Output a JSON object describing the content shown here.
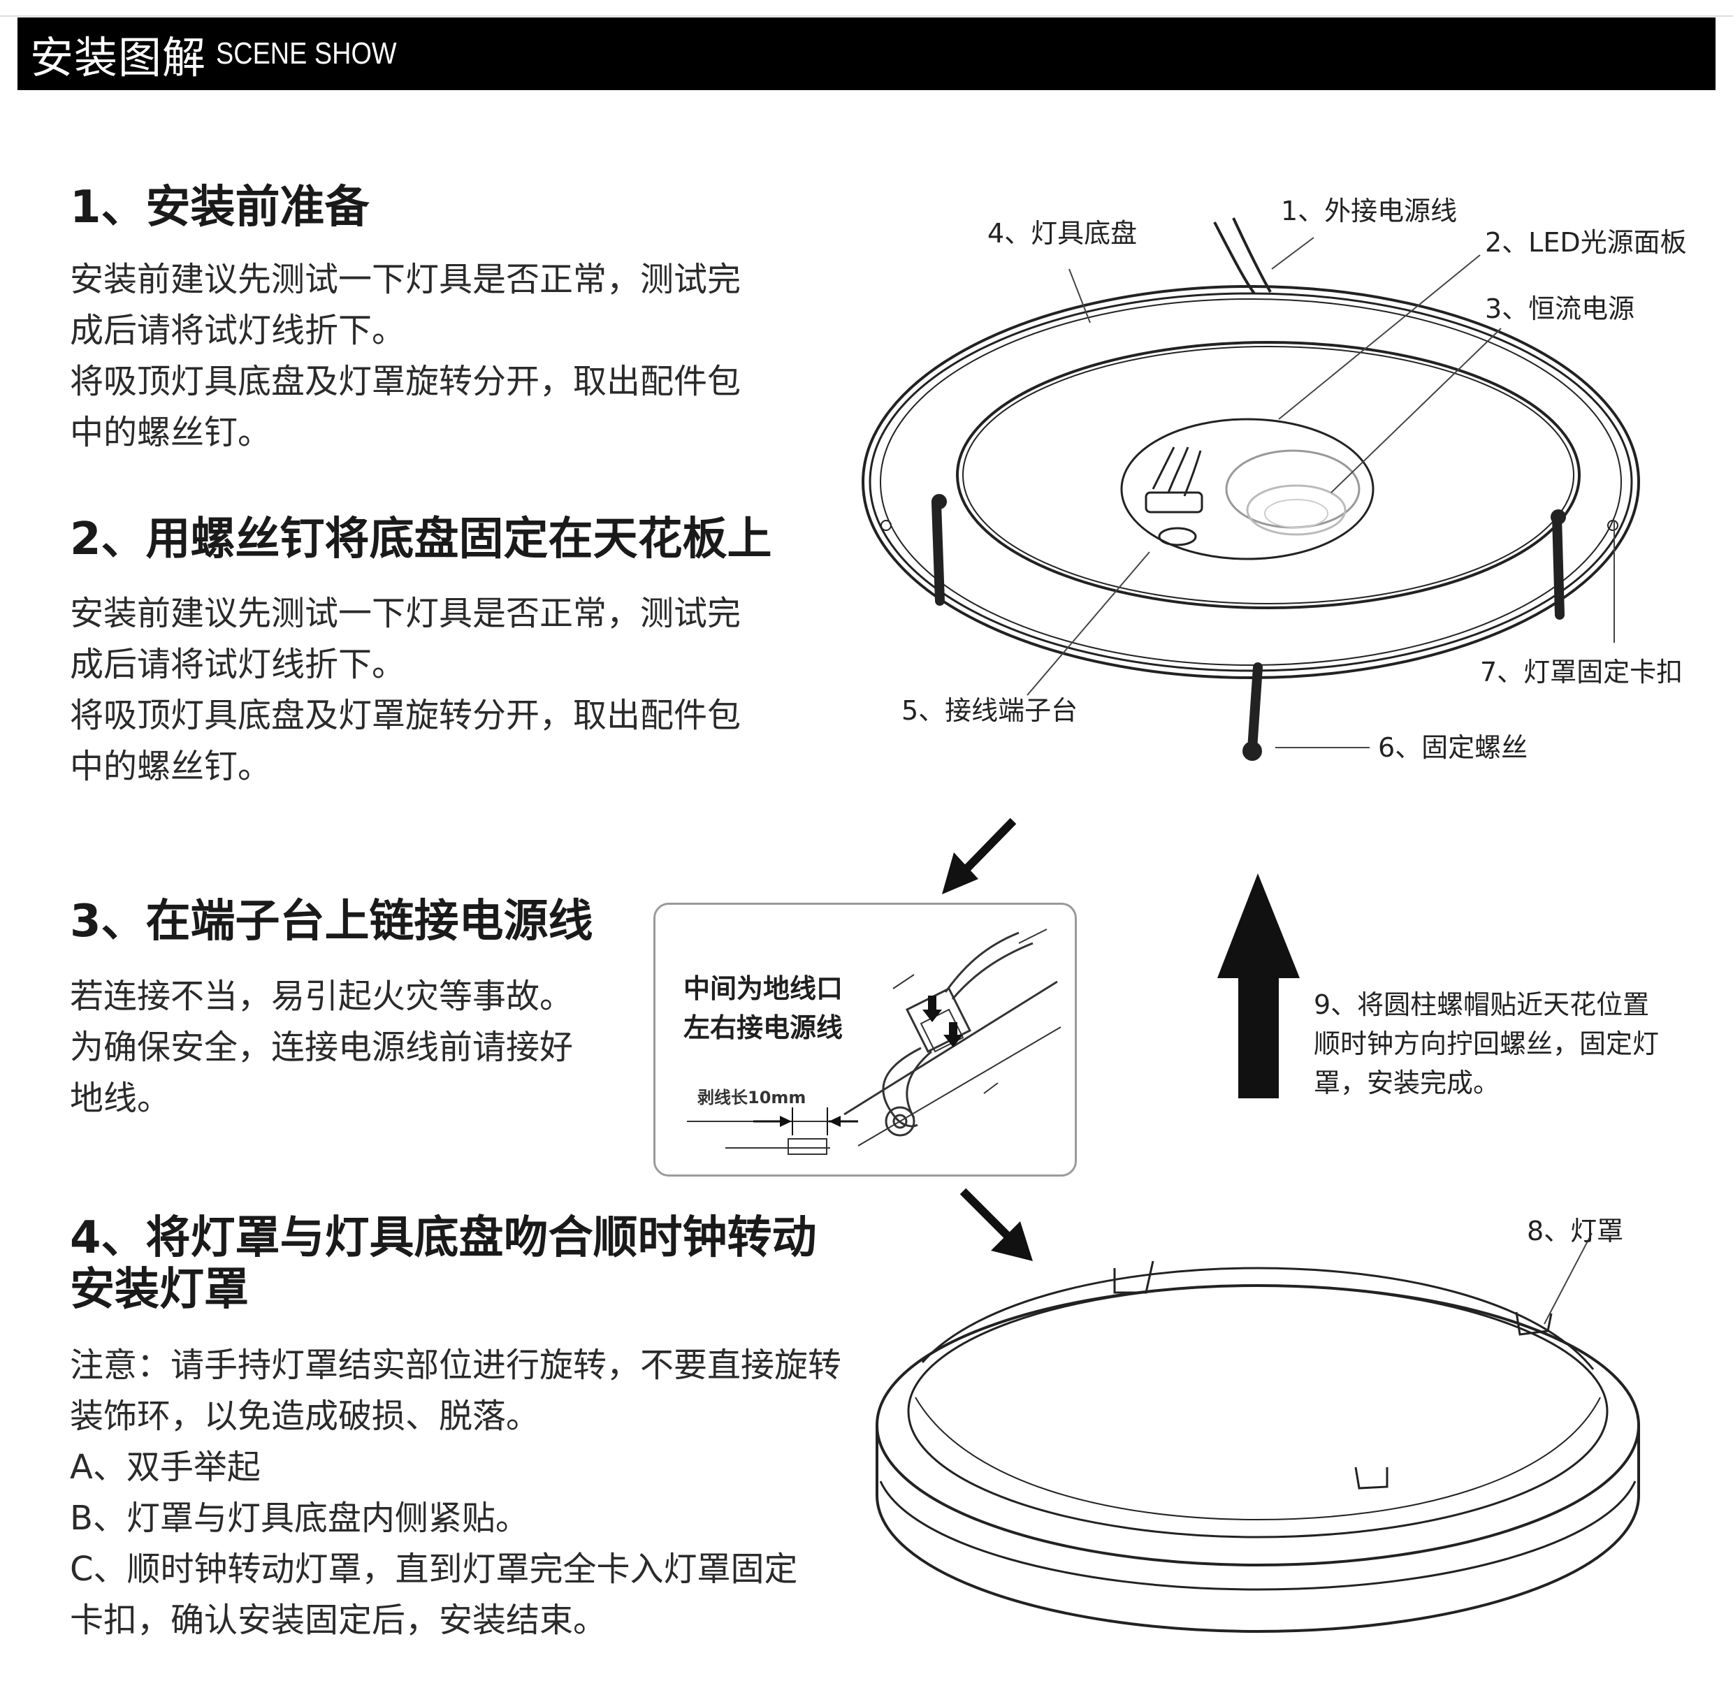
{
  "banner": {
    "title_cn": "安装图解",
    "title_en": "SCENE SHOW"
  },
  "steps": [
    {
      "title": "1、安装前准备",
      "lines": [
        "安装前建议先测试一下灯具是否正常，测试完",
        "成后请将试灯线折下。",
        "将吸顶灯具底盘及灯罩旋转分开，取出配件包",
        "中的螺丝钉。"
      ]
    },
    {
      "title": "2、用螺丝钉将底盘固定在天花板上",
      "lines": [
        "安装前建议先测试一下灯具是否正常，测试完",
        "成后请将试灯线折下。",
        "将吸顶灯具底盘及灯罩旋转分开，取出配件包",
        "中的螺丝钉。"
      ]
    },
    {
      "title": "3、在端子台上链接电源线",
      "lines": [
        "若连接不当，易引起火灾等事故。",
        "为确保安全，连接电源线前请接好",
        "地线。"
      ]
    },
    {
      "title_lines": [
        "4、将灯罩与灯具底盘吻合顺时钟转动",
        "安装灯罩"
      ],
      "lines": [
        "注意：请手持灯罩结实部位进行旋转，不要直接旋转",
        "装饰环，以免造成破损、脱落。",
        "A、双手举起",
        "B、灯罩与灯具底盘内侧紧贴。",
        "C、顺时钟转动灯罩，直到灯罩完全卡入灯罩固定",
        "卡扣，确认安装固定后，安装结束。"
      ]
    }
  ],
  "parts": {
    "p1": "1、外接电源线",
    "p2": "2、LED光源面板",
    "p3": "3、恒流电源",
    "p4": "4、灯具底盘",
    "p5": "5、接线端子台",
    "p6": "6、固定螺丝",
    "p7": "7、灯罩固定卡扣",
    "p8": "8、灯罩"
  },
  "inset": {
    "line1": "中间为地线口",
    "line2": "左右接电源线",
    "strip_label": "剥线长10mm"
  },
  "note9": [
    "9、将圆柱螺帽贴近天花位置",
    "顺时钟方向拧回螺丝，固定灯",
    "罩，安装完成。"
  ]
}
